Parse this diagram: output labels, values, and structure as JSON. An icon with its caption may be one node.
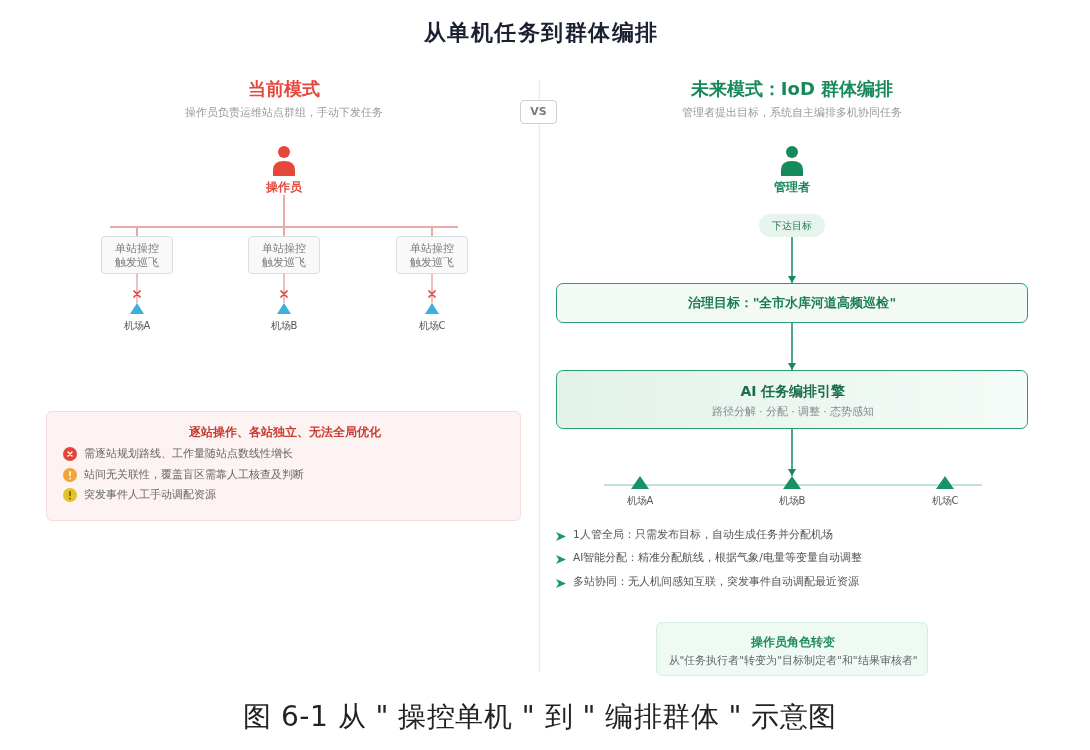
{
  "diagram": {
    "title": "从单机任务到群体编排",
    "caption": "图 6-1 从 \" 操控单机 \" 到 \" 编排群体 \" 示意图",
    "nodes": [
      {
        "text": [
          "操作员"
        ]
      },
      {
        "text": [
          "单站操控触发巡飞"
        ]
      },
      {
        "text": [
          "单站操控触发巡飞"
        ]
      },
      {
        "text": [
          "单站操控触发巡飞"
        ]
      },
      {
        "text": [
          "机场A"
        ]
      },
      {
        "text": [
          "机场B"
        ]
      },
      {
        "text": [
          "机场C"
        ]
      },
      {
        "text": [
          "逐站操作、各站独立、无法全局优化",
          "需逐站规划路线、工作量随站点数线性增长",
          "站间无关联性，覆盖盲区需靠人工核查及判断",
          "突发事件人工手动调配资源"
        ]
      },
      {
        "text": [
          "VS"
        ]
      },
      {
        "text": [
          "管理者"
        ]
      },
      {
        "text": [
          "下达目标"
        ]
      },
      {
        "text": [
          "治理目标：\"全市水库河道高频巡检\""
        ]
      },
      {
        "text": [
          "AI 任务编排引擎",
          "路径分解 · 分配 · 调整 · 态势感知"
        ]
      },
      {
        "text": [
          "机场A"
        ]
      },
      {
        "text": [
          "机场B"
        ]
      },
      {
        "text": [
          "机场C"
        ]
      },
      {
        "text": [
          "操作员角色转变",
          "从\"任务执行者\"转变为\"目标制定者\"和\"结果审核者\""
        ]
      }
    ],
    "edges": [
      {
        "from": 0,
        "to": 1,
        "arrow": "none"
      },
      {
        "from": 0,
        "to": 2,
        "arrow": "none"
      },
      {
        "from": 0,
        "to": 3,
        "arrow": "none"
      },
      {
        "from": 1,
        "to": 4,
        "arrow": "other"
      },
      {
        "from": 2,
        "to": 5,
        "arrow": "other"
      },
      {
        "from": 3,
        "to": 6,
        "arrow": "other"
      },
      {
        "from": 10,
        "to": 11,
        "arrow": "to",
        "color": "#1a8a5c"
      },
      {
        "from": 11,
        "to": 12,
        "arrow": "to",
        "color": "#1a8a5c"
      },
      {
        "from": 12,
        "to": 14,
        "arrow": "to",
        "color": "#1a8a5c"
      }
    ],
    "labels": [
      "当前模式",
      "操作员负责运维站点群组，手动下发任务",
      "未来模式：IoD 群体编排",
      "管理者提出目标，系统自主编排多机协同任务",
      "1人管全局：只需发布目标，自动生成任务并分配机场",
      "AI智能分配：精准分配航线，根据气象/电量等变量自动调整",
      "多站协同：无人机间感知互联，突发事件自动调配最近资源"
    ]
  }
}
